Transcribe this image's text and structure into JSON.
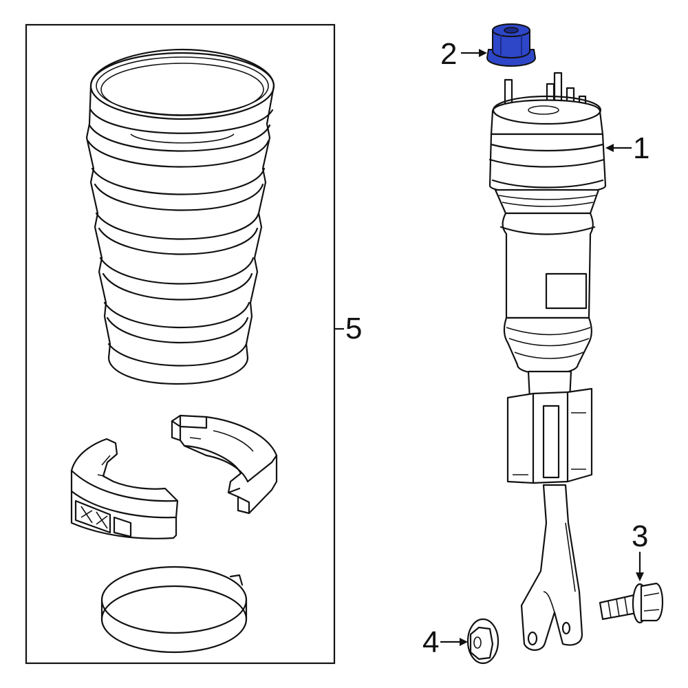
{
  "colors": {
    "line": "#111111",
    "background": "#ffffff",
    "highlight_fill": "#2e46c8",
    "highlight_dark": "#1a2a8a"
  },
  "callouts": [
    {
      "id": "1",
      "label": "1"
    },
    {
      "id": "2",
      "label": "2"
    },
    {
      "id": "3",
      "label": "3"
    },
    {
      "id": "4",
      "label": "4"
    },
    {
      "id": "5",
      "label": "5"
    }
  ],
  "kit_callout_prefix": "-",
  "highlighted_part": "2"
}
